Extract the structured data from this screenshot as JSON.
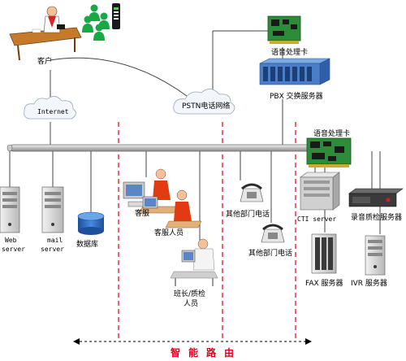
{
  "labels": {
    "customer": "客户",
    "internet": "Internet",
    "pstn": "PSTN电话网络",
    "voice_card_top": "语音处理卡",
    "pbx": "PBX  交换服务器",
    "voice_card_mid": "语音处理卡",
    "web_server": [
      "Web",
      "server"
    ],
    "mail_server": [
      "mail",
      "server"
    ],
    "database": "数据库",
    "agent": "客服",
    "agent_staff": "客服人员",
    "supervisor": [
      "班长/质检",
      "人员"
    ],
    "other_phone_1": "其他部门电话",
    "other_phone_2": "其他部门电话",
    "cti_server": "CTI server",
    "recording_server": "录音质检服务器",
    "fax_server": "FAX 服务器",
    "ivr_server": "IVR 服务器",
    "smart_routing": "智能路由"
  },
  "colors": {
    "line": "#444444",
    "route": "#e0001b",
    "board": "#2e8b3a",
    "pbx": "#4a7fc8",
    "db": "#2f6fc0",
    "server": "#d9d9d9"
  }
}
